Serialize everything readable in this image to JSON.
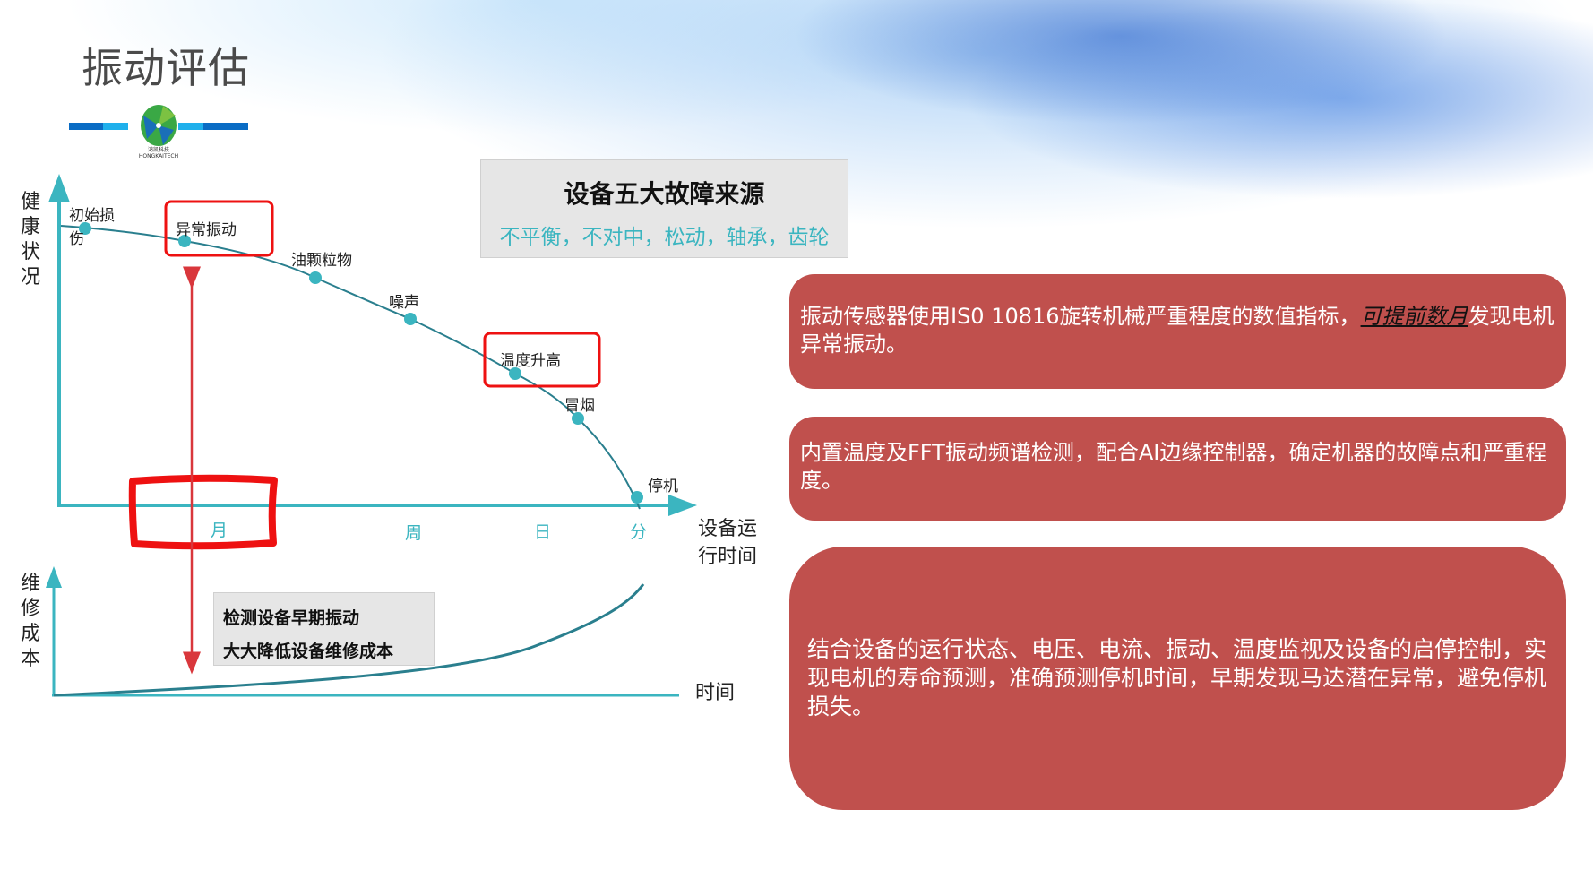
{
  "title": "振动评估",
  "logo": {
    "text_cn": "鸿凯科技",
    "text_en": "HONGKAITECH"
  },
  "fault_sources": {
    "heading": "设备五大故障来源",
    "items": "不平衡，不对中，松动，轴承，齿轮"
  },
  "info_boxes": {
    "box1": {
      "before": "振动传感器使用IS0 10816旋转机械严重程度的数值指标，",
      "highlight": "可提前数月",
      "after": "发现电机异常振动。"
    },
    "box2": "内置温度及FFT振动频谱检测，配合AI边缘控制器，确定机器的故障点和严重程度。",
    "box3": "结合设备的运行状态、电压、电流、振动、温度监视及设备的启停控制，实现电机的寿命预测，准确预测停机时间，早期发现马达潜在异常，避免停机损失。"
  },
  "health_chart": {
    "y_label": "健康状况",
    "x_label_line1": "设备运",
    "x_label_line2": "行时间",
    "stages": [
      "初始损",
      "伤",
      "异常振动",
      "油颗粒物",
      "噪声",
      "温度升高",
      "冒烟",
      "停机"
    ],
    "ticks": [
      "月",
      "周",
      "日",
      "分"
    ],
    "highlighted_stages": [
      "异常振动",
      "温度升高"
    ]
  },
  "cost_chart": {
    "y_label": "维修成本",
    "x_label": "时间",
    "note_line1": "检测设备早期振动",
    "note_line2": "大大降低设备维修成本"
  },
  "colors": {
    "accent_teal": "#3bb5c0",
    "curve": "#2a7f8e",
    "box_red": "#c0504d",
    "highlight_red": "#ee1111"
  }
}
